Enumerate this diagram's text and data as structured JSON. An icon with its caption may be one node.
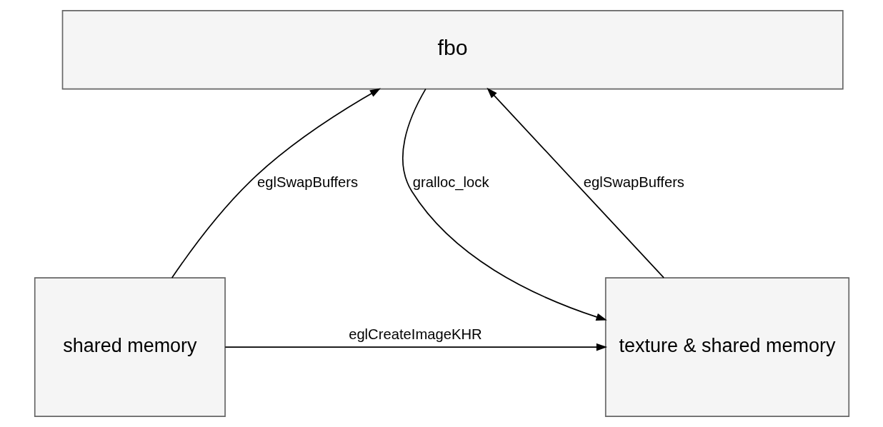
{
  "diagram": {
    "nodes": [
      {
        "text": [
          "fbo"
        ]
      },
      {
        "text": [
          "texture & shared memory"
        ]
      },
      {
        "text": [
          "shared memory"
        ]
      }
    ],
    "edges": [
      {
        "from": 0,
        "to": 1,
        "arrow": "to",
        "label": "gralloc_lock"
      },
      {
        "from": 1,
        "to": 0,
        "arrow": "to",
        "label": "eglSwapBuffers"
      },
      {
        "from": 2,
        "to": 0,
        "arrow": "to",
        "label": "eglSwapBuffers"
      },
      {
        "from": 2,
        "to": 1,
        "arrow": "to",
        "label": "eglCreateImageKHR"
      }
    ]
  }
}
